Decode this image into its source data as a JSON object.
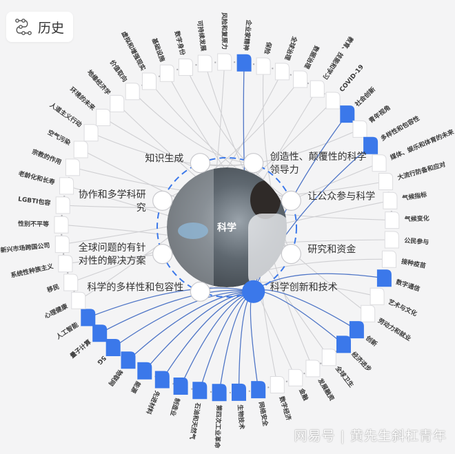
{
  "header": {
    "title": "历史",
    "icon": "path-nodes-icon"
  },
  "center": {
    "label": "科学"
  },
  "watermark": "网易号 | 黄先生斜杠青年",
  "colors": {
    "accent": "#3b78ea",
    "line_blue": "#4d74c6",
    "line_gray": "#cfcfd2",
    "bg": "#f4f4f5"
  },
  "hubs": [
    {
      "lines": [
        "知识生成"
      ],
      "side": "left"
    },
    {
      "lines": [
        "创造性、颠覆性的科学",
        "领导力"
      ],
      "side": "right"
    },
    {
      "lines": [
        "让公众参与科学"
      ],
      "side": "right"
    },
    {
      "lines": [
        "研究和资金"
      ],
      "side": "right"
    },
    {
      "lines": [
        "科学创新和技术"
      ],
      "side": "right",
      "active": true
    },
    {
      "lines": [
        "科学的多样性和包容性"
      ],
      "side": "left"
    },
    {
      "lines": [
        "全球问题的有针",
        "对性的解决方案"
      ],
      "side": "left"
    },
    {
      "lines": [
        "协作和多学科研",
        "究"
      ],
      "side": "left"
    }
  ],
  "topics": [
    {
      "label": "企业家精神",
      "active": true,
      "hub": 4
    },
    {
      "label": "保险",
      "hub": 3
    },
    {
      "label": "全球治理",
      "hub": 6
    },
    {
      "label": "数据治理",
      "hub": 7
    },
    {
      "label": "教育、技能和学习",
      "hub": 5
    },
    {
      "label": "COVID-19",
      "hub": 6
    },
    {
      "label": "社会创新",
      "active": true,
      "hub": 4
    },
    {
      "label": "青年视角",
      "hub": 0
    },
    {
      "label": "多样性和包容性",
      "active": true,
      "hub": 4
    },
    {
      "label": "媒体、娱乐和体育的未来",
      "hub": 6
    },
    {
      "label": "大流行防备和应对",
      "hub": 7
    },
    {
      "label": "气候指标",
      "hub": 6
    },
    {
      "label": "气候变化",
      "hub": 7
    },
    {
      "label": "公民参与",
      "hub": 6
    },
    {
      "label": "接种疫苗",
      "hub": 5
    },
    {
      "label": "数字通信",
      "active": true,
      "hub": 4
    },
    {
      "label": "艺术与文化",
      "hub": 5
    },
    {
      "label": "劳动力和就业",
      "hub": 0
    },
    {
      "label": "创新",
      "active": true,
      "hub": 4
    },
    {
      "label": "经济进步",
      "active": true,
      "hub": 4
    },
    {
      "label": "全球卫生",
      "hub": 0
    },
    {
      "label": "发展融资",
      "hub": 1
    },
    {
      "label": "金融",
      "hub": 0
    },
    {
      "label": "数字经济",
      "hub": 1
    },
    {
      "label": "网络安全",
      "active": true,
      "hub": 4
    },
    {
      "label": "生物技术",
      "active": true,
      "hub": 4
    },
    {
      "label": "第四次工业革命",
      "active": true,
      "hub": 4
    },
    {
      "label": "石油和天然气",
      "active": true,
      "hub": 4
    },
    {
      "label": "制造业",
      "active": true,
      "hub": 4
    },
    {
      "label": "先进材料",
      "active": true,
      "hub": 4
    },
    {
      "label": "能源",
      "active": true,
      "hub": 4
    },
    {
      "label": "物联网",
      "active": true,
      "hub": 4
    },
    {
      "label": "5G",
      "active": true,
      "hub": 4
    },
    {
      "label": "量子计算",
      "active": true,
      "hub": 4
    },
    {
      "label": "人工智能",
      "active": true,
      "hub": 4
    },
    {
      "label": "心理健康",
      "hub": 1
    },
    {
      "label": "移民",
      "hub": 2
    },
    {
      "label": "系统性种族主义",
      "hub": 3
    },
    {
      "label": "新兴市场跨国公司",
      "hub": 2
    },
    {
      "label": "性别不平等",
      "hub": 3
    },
    {
      "label": "LGBTI包容",
      "hub": 2
    },
    {
      "label": "老龄化和长寿",
      "hub": 3
    },
    {
      "label": "宗教的作用",
      "hub": 2
    },
    {
      "label": "空气污染",
      "hub": 3
    },
    {
      "label": "人道主义行动",
      "hub": 1
    },
    {
      "label": "环境的未来",
      "hub": 2
    },
    {
      "label": "地缘经济学",
      "hub": 3
    },
    {
      "label": "价值取向",
      "hub": 1
    },
    {
      "label": "虚拟和增强现实",
      "hub": 2
    },
    {
      "label": "基础设施",
      "hub": 3
    },
    {
      "label": "数字身份",
      "hub": 2
    },
    {
      "label": "可持续发展",
      "hub": 3
    },
    {
      "label": "风险和复原力",
      "hub": 5
    }
  ]
}
